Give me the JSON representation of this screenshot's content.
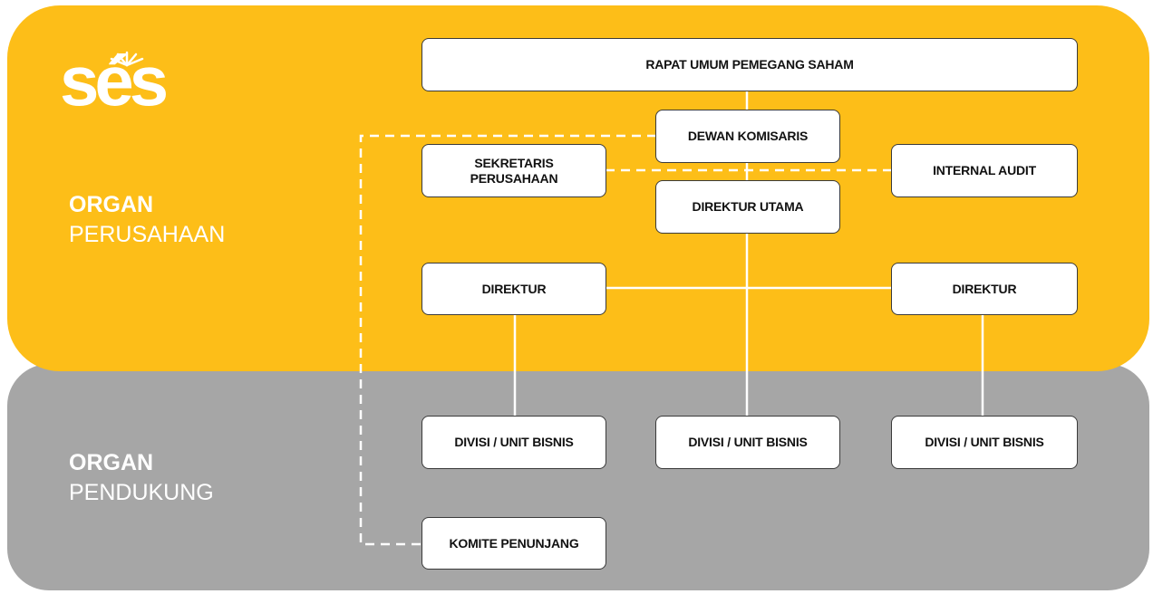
{
  "logo": {
    "text": "sés"
  },
  "sections": {
    "top": {
      "strong": "ORGAN",
      "light": "PERUSAHAAN"
    },
    "bottom": {
      "strong": "ORGAN",
      "light": "PENDUKUNG"
    }
  },
  "boxes": {
    "rups": "RAPAT UMUM PEMEGANG SAHAM",
    "dewan_komisaris": "DEWAN KOMISARIS",
    "sekretaris": "SEKRETARIS\nPERUSAHAAN",
    "internal_audit": "INTERNAL AUDIT",
    "direktur_utama": "DIREKTUR UTAMA",
    "direktur_left": "DIREKTUR",
    "direktur_right": "DIREKTUR",
    "divisi_left": "DIVISI / UNIT BISNIS",
    "divisi_center": "DIVISI / UNIT BISNIS",
    "divisi_right": "DIVISI / UNIT BISNIS",
    "komite": "KOMITE PENUNJANG"
  },
  "colors": {
    "top_panel": "#fdbe18",
    "bottom_panel": "#a6a6a6",
    "connector": "#ffffff"
  }
}
